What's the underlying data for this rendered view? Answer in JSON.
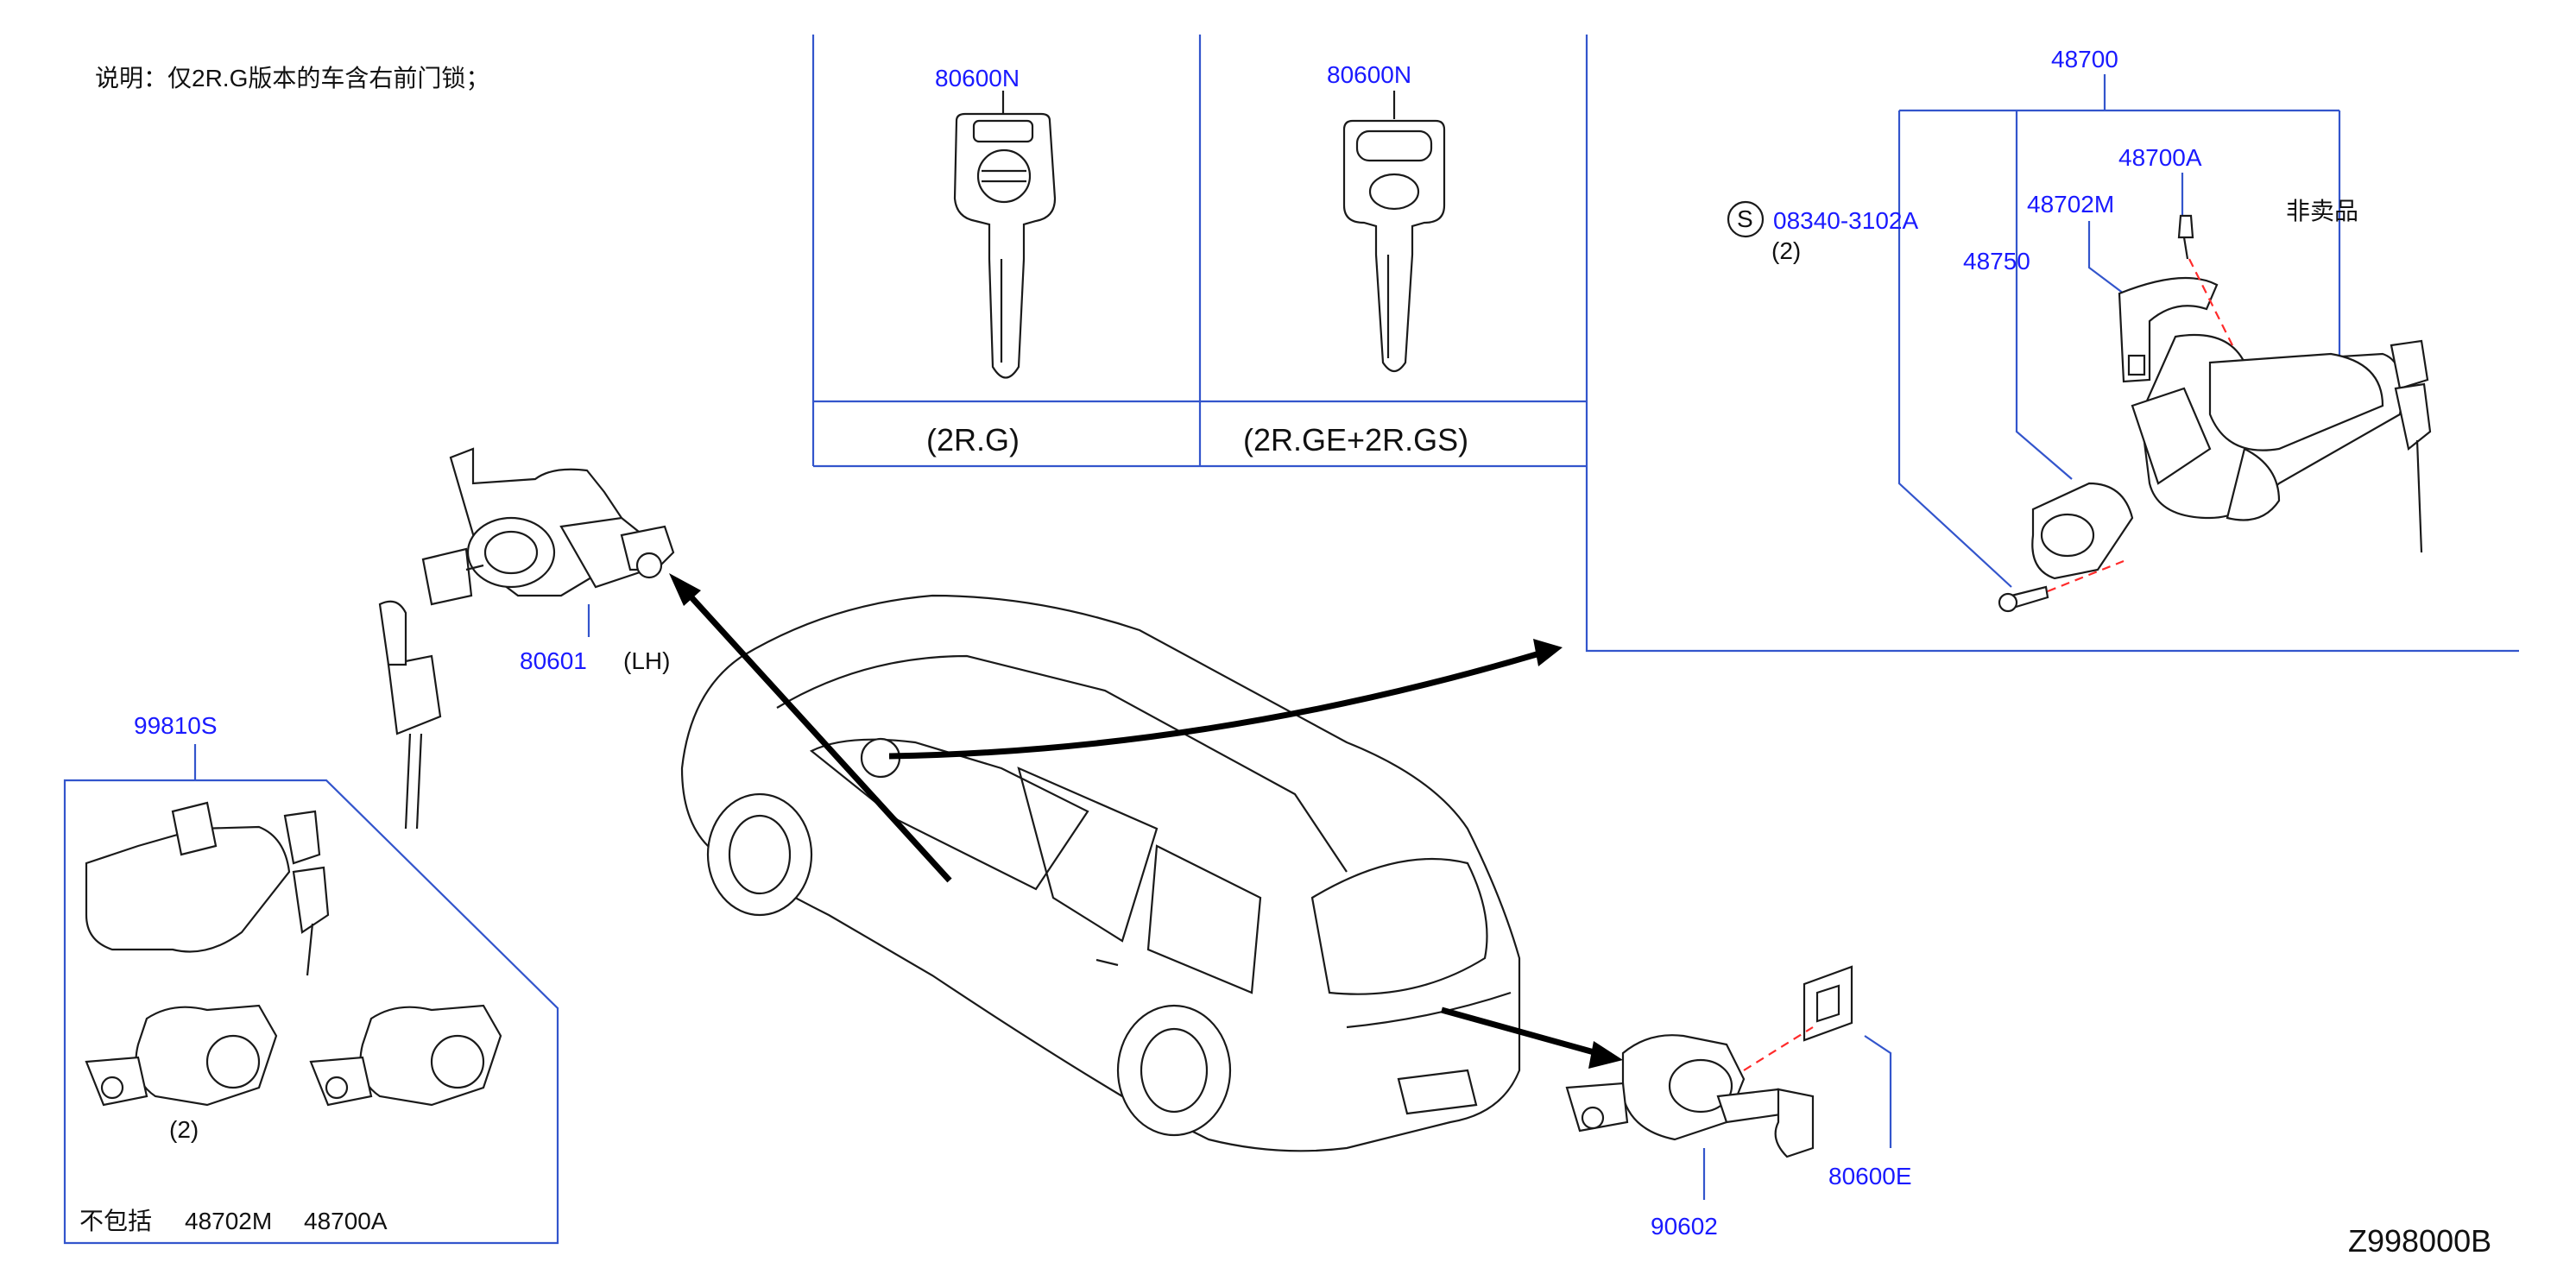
{
  "note": "说明：仅2R.G版本的车含右前门锁；",
  "diagram_code": "Z998000B",
  "keys": {
    "left_part": "80600N",
    "right_part": "80600N",
    "left_variant": "(2R.G)",
    "right_variant": "(2R.GE+2R.GS)"
  },
  "ignition": {
    "assembly": "48700",
    "bolt_symbol": "S",
    "bolt": "08340-3102A",
    "bolt_qty": "(2)",
    "screw": "48700A",
    "cover": "48702M",
    "cylinder": "48750",
    "not_for_sale": "非卖品"
  },
  "door_lock": {
    "part": "80601",
    "side": "(LH)"
  },
  "lock_set": {
    "part": "99810S",
    "qty": "(2)",
    "excludes_label": "不包括",
    "excludes_1": "48702M",
    "excludes_2": "48700A"
  },
  "rear_lock": {
    "cylinder": "90602",
    "gasket": "80600E"
  },
  "colors": {
    "part_number": "#1a1aff",
    "frame": "#3355cc",
    "line": "#1a1a1a",
    "alignment": "#ff2a2a"
  }
}
